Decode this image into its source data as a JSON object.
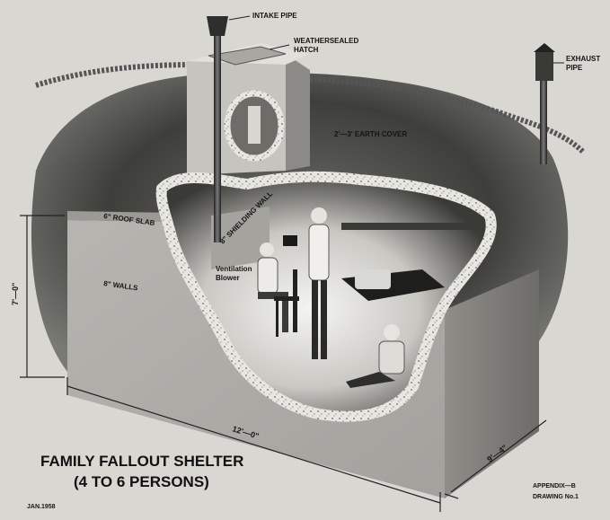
{
  "labels": {
    "intake_pipe": "INTAKE PIPE",
    "hatch_line1": "WEATHERSEALED",
    "hatch_line2": "HATCH",
    "exhaust_line1": "EXHAUST",
    "exhaust_line2": "PIPE",
    "earth_cover": "2'—3' EARTH COVER",
    "roof_slab": "6\" ROOF SLAB",
    "shielding_wall": "8\" SHIELDING WALL",
    "ventilation_line1": "Ventilation",
    "ventilation_line2": "Blower",
    "walls": "8\" WALLS"
  },
  "dimensions": {
    "height": "7'—0\"",
    "length": "12'—0\"",
    "width": "9'—4\""
  },
  "title": {
    "line1": "FAMILY FALLOUT SHELTER",
    "line2": "(4 TO 6 PERSONS)"
  },
  "footer": {
    "date": "JAN.1958",
    "appendix": "APPENDIX—B",
    "drawing": "DRAWING No.1"
  },
  "colors": {
    "background": "#d9d7d2",
    "ink": "#141414",
    "soil_dark": "#4a4a47",
    "shelter_face": "#bdbbb6"
  }
}
